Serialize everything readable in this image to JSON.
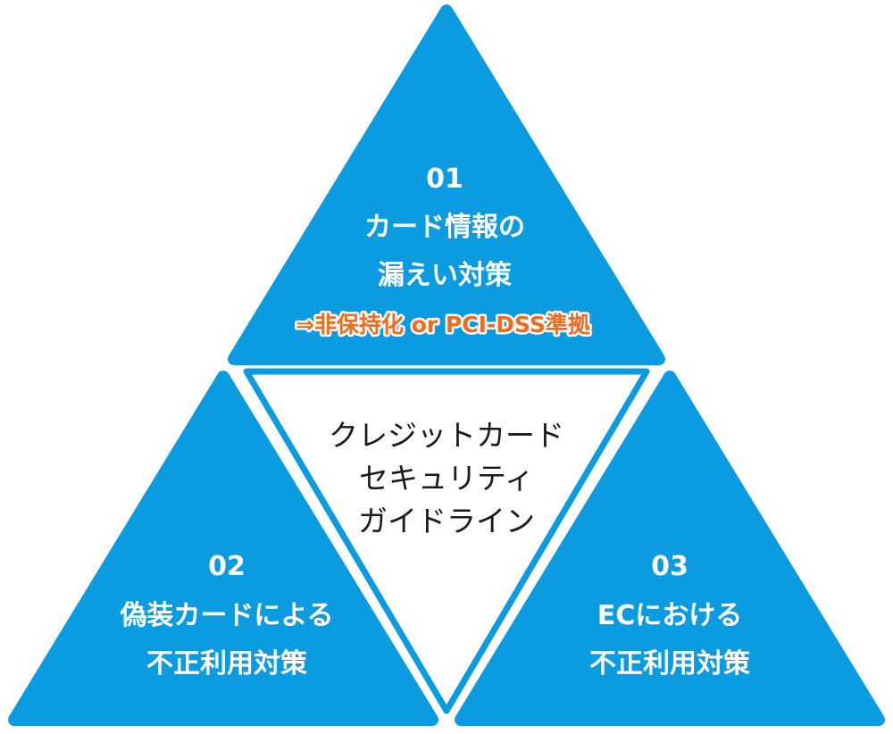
{
  "colors": {
    "triangle_fill": "#0a9be0",
    "center_fill": "#ffffff",
    "text": "#ffffff",
    "note": "#f26a1b",
    "center_text": "#1a1a1a"
  },
  "top": {
    "number": "01",
    "line1": "カード情報の",
    "line2": "漏えい対策",
    "note": "⇒非保持化 or PCI-DSS準拠"
  },
  "left": {
    "number": "02",
    "line1": "偽装カードによる",
    "line2": "不正利用対策"
  },
  "right": {
    "number": "03",
    "line1": "ECにおける",
    "line2": "不正利用対策"
  },
  "center": {
    "line1": "クレジットカード",
    "line2": "セキュリティ",
    "line3": "ガイドライン"
  }
}
